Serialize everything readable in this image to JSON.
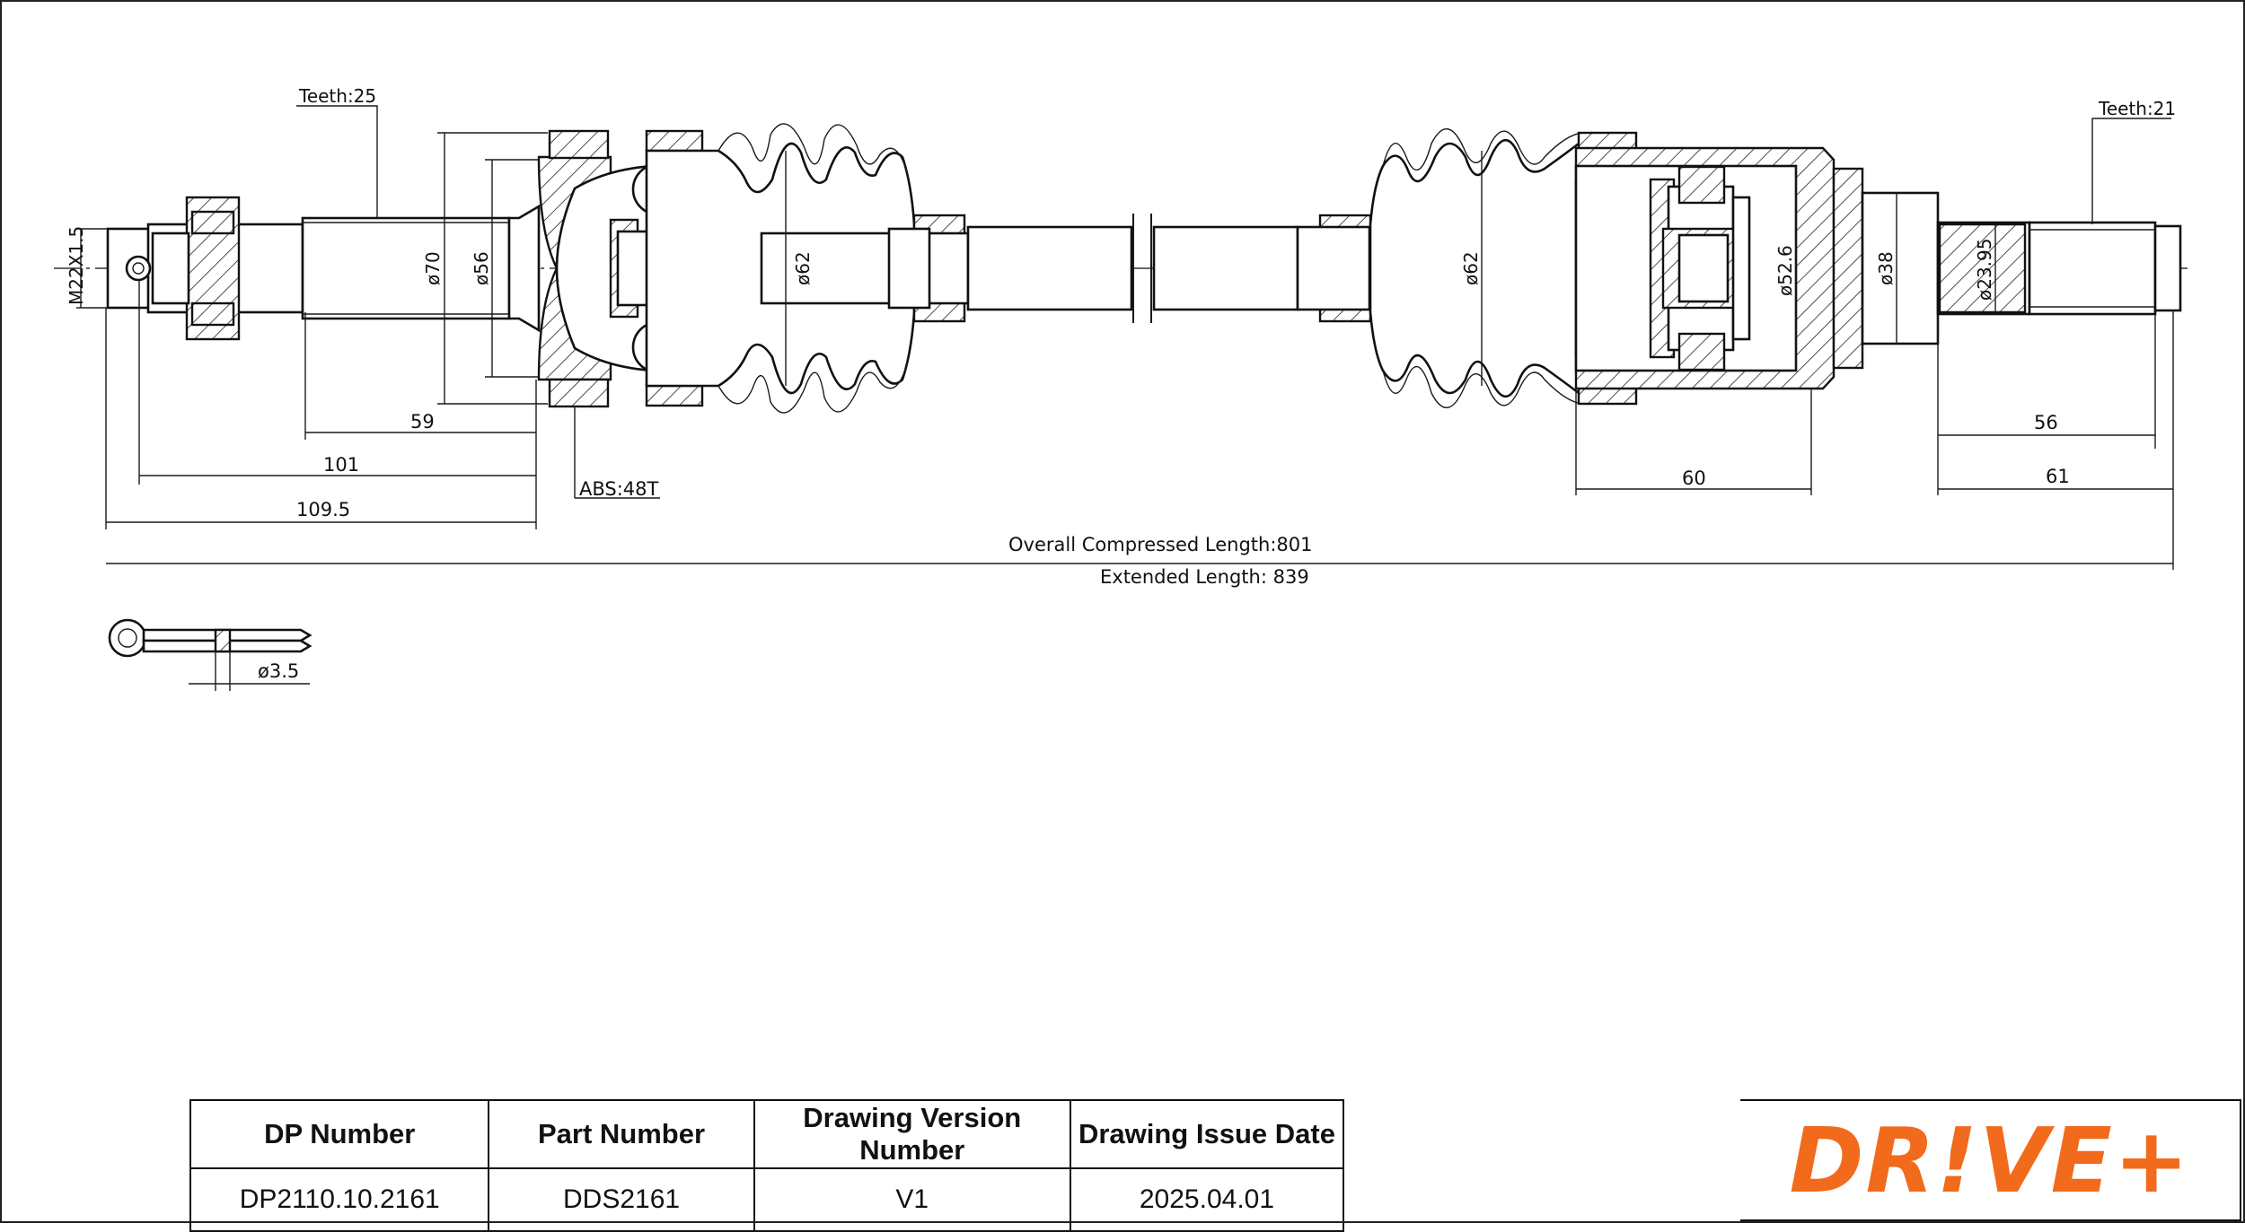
{
  "labels": {
    "thread": "M22X1.5",
    "teeth_left": "Teeth:25",
    "teeth_right": "Teeth:21",
    "dia_70": "ø70",
    "dia_56": "ø56",
    "dia_62_left": "ø62",
    "dia_62_right": "ø62",
    "dia_52_6": "ø52.6",
    "dia_38": "ø38",
    "dia_23_95": "ø23.95",
    "len_59": "59",
    "len_101": "101",
    "len_109_5": "109.5",
    "abs": "ABS:48T",
    "len_60": "60",
    "len_56": "56",
    "len_61": "61",
    "overall_compressed": "Overall  Compressed  Length:801",
    "extended_length": "Extended  Length: 839",
    "pin_diameter": "ø3.5"
  },
  "title_block": {
    "headers": [
      "DP Number",
      "Part Number",
      "Drawing Version Number",
      "Drawing Issue Date"
    ],
    "values": [
      "DP2110.10.2161",
      "DDS2161",
      "V1",
      "2025.04.01"
    ]
  },
  "logo": {
    "text": "DR!VE+",
    "color": "#f26a1b"
  }
}
